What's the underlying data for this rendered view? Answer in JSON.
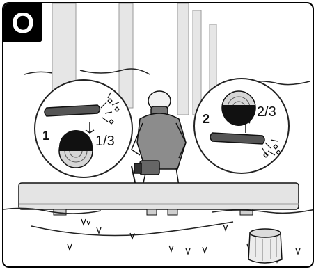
{
  "step_badge": "O",
  "callout_left": {
    "number": "1",
    "fraction": "1/3"
  },
  "callout_right": {
    "number": "2",
    "fraction": "2/3"
  },
  "colors": {
    "ink": "#111111",
    "fill_light": "#e8e8e8",
    "fill_mid": "#cfcfcf",
    "badge": "#000000"
  }
}
